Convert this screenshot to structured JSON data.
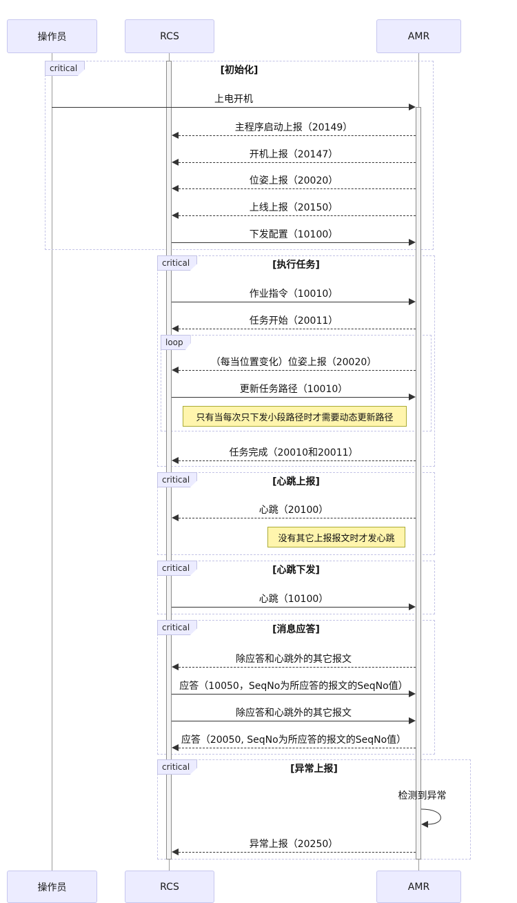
{
  "diagram": {
    "actors": [
      {
        "name": "操作员"
      },
      {
        "name": "RCS"
      },
      {
        "name": "AMR"
      }
    ],
    "fragments": [
      {
        "type_label": "critical",
        "title": "[初始化]"
      },
      {
        "type_label": "critical",
        "title": "[执行任务]"
      },
      {
        "type_label": "loop",
        "title": ""
      },
      {
        "type_label": "critical",
        "title": "[心跳上报]"
      },
      {
        "type_label": "critical",
        "title": "[心跳下发]"
      },
      {
        "type_label": "critical",
        "title": "[消息应答]"
      },
      {
        "type_label": "critical",
        "title": "[异常上报]"
      }
    ],
    "messages": [
      {
        "label": "上电开机",
        "from": "操作员",
        "to": "AMR",
        "line": "solid"
      },
      {
        "label": "主程序启动上报（20149）",
        "from": "AMR",
        "to": "RCS",
        "line": "dashed"
      },
      {
        "label": "开机上报（20147）",
        "from": "AMR",
        "to": "RCS",
        "line": "dashed"
      },
      {
        "label": "位姿上报（20020）",
        "from": "AMR",
        "to": "RCS",
        "line": "dashed"
      },
      {
        "label": "上线上报（20150）",
        "from": "AMR",
        "to": "RCS",
        "line": "dashed"
      },
      {
        "label": "下发配置（10100）",
        "from": "RCS",
        "to": "AMR",
        "line": "solid"
      },
      {
        "label": "作业指令（10010）",
        "from": "RCS",
        "to": "AMR",
        "line": "solid"
      },
      {
        "label": "任务开始（20011）",
        "from": "AMR",
        "to": "RCS",
        "line": "dashed"
      },
      {
        "label": "（每当位置变化）位姿上报（20020）",
        "from": "AMR",
        "to": "RCS",
        "line": "dashed"
      },
      {
        "label": "更新任务路径（10010）",
        "from": "RCS",
        "to": "AMR",
        "line": "solid"
      },
      {
        "label": "任务完成（20010和20011）",
        "from": "AMR",
        "to": "RCS",
        "line": "dashed"
      },
      {
        "label": "心跳（20100）",
        "from": "AMR",
        "to": "RCS",
        "line": "dashed"
      },
      {
        "label": "心跳（10100）",
        "from": "RCS",
        "to": "AMR",
        "line": "solid"
      },
      {
        "label": "除应答和心跳外的其它报文",
        "from": "AMR",
        "to": "RCS",
        "line": "dashed"
      },
      {
        "label": "应答（10050，SeqNo为所应答的报文的SeqNo值）",
        "from": "RCS",
        "to": "AMR",
        "line": "solid"
      },
      {
        "label": "除应答和心跳外的其它报文",
        "from": "RCS",
        "to": "AMR",
        "line": "solid"
      },
      {
        "label": "应答（20050, SeqNo为所应答的报文的SeqNo值）",
        "from": "AMR",
        "to": "RCS",
        "line": "dashed"
      },
      {
        "label": "检测到异常",
        "from": "AMR",
        "to": "AMR",
        "line": "self"
      },
      {
        "label": "异常上报（20250）",
        "from": "AMR",
        "to": "RCS",
        "line": "dashed"
      }
    ],
    "notes": [
      {
        "text": "只有当每次只下发小段路径时才需要动态更新路径"
      },
      {
        "text": "没有其它上报报文时才发心跳"
      }
    ],
    "colors": {
      "actor_fill": "#ECECFF",
      "note_fill": "#FFF5AD",
      "note_border": "#AAAA33",
      "fragment_border": "#C3C3E6",
      "line": "#333333"
    }
  }
}
